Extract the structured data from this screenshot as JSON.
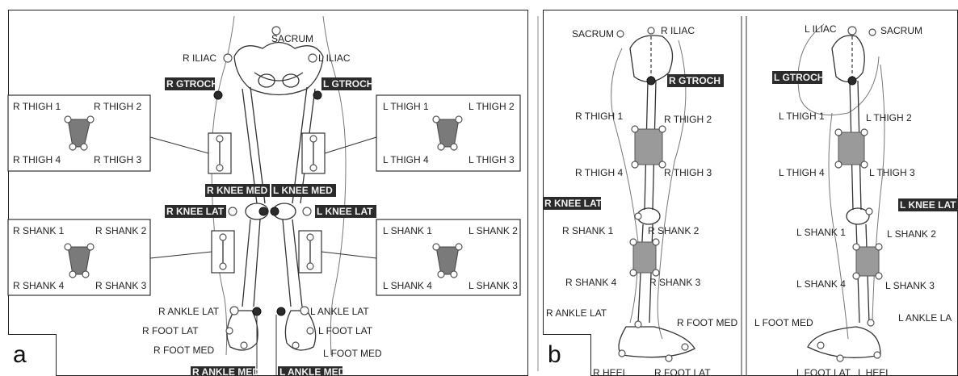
{
  "panel_a": {
    "letter": "a",
    "sacrum": "SACRUM",
    "r_iliac": "R ILIAC",
    "l_iliac": "L ILIAC",
    "r_gtroch": "R GTROCH",
    "l_gtroch": "L GTROCH",
    "r_thigh": [
      "R THIGH 1",
      "R THIGH 2",
      "R THIGH 4",
      "R THIGH 3"
    ],
    "l_thigh": [
      "L THIGH 1",
      "L THIGH 2",
      "L THIGH 4",
      "L THIGH 3"
    ],
    "r_knee_med": "R KNEE MED",
    "l_knee_med": "L KNEE MED",
    "r_knee_lat": "R KNEE LAT",
    "l_knee_lat": "L KNEE LAT",
    "r_shank": [
      "R SHANK 1",
      "R SHANK 2",
      "R SHANK 4",
      "R SHANK 3"
    ],
    "l_shank": [
      "L SHANK 1",
      "L SHANK 2",
      "L SHANK 4",
      "L SHANK 3"
    ],
    "r_ankle_lat": "R ANKLE LAT",
    "l_ankle_lat": "L ANKLE LAT",
    "r_foot_lat": "R FOOT LAT",
    "l_foot_lat": "L FOOT LAT",
    "r_foot_med": "R FOOT MED",
    "l_foot_med": "L FOOT MED",
    "r_ankle_med": "R ANKLE MED",
    "l_ankle_med": "L ANKLE MED"
  },
  "panel_b": {
    "letter": "b",
    "right_leg": {
      "sacrum": "SACRUM",
      "iliac": "R ILIAC",
      "gtroch": "R GTROCH",
      "thigh": [
        "R THIGH 1",
        "R THIGH 2",
        "R THIGH 4",
        "R THIGH 3"
      ],
      "knee_lat": "R KNEE LAT",
      "shank": [
        "R SHANK 1",
        "R SHANK 2",
        "R SHANK 4",
        "R SHANK 3"
      ],
      "ankle_lat": "R ANKLE LAT",
      "foot_med": "R FOOT MED",
      "heel": "R HEEL",
      "foot_lat": "R FOOT LAT"
    },
    "left_leg": {
      "iliac": "L ILIAC",
      "sacrum": "SACRUM",
      "gtroch": "L GTROCH",
      "thigh": [
        "L THIGH 1",
        "L THIGH 2",
        "L THIGH 4",
        "L THIGH 3"
      ],
      "knee_lat": "L KNEE LAT",
      "shank": [
        "L SHANK 1",
        "L SHANK 2",
        "L SHANK 4",
        "L SHANK 3"
      ],
      "ankle_lat": "L ANKLE LA",
      "foot_med": "L FOOT MED",
      "foot_lat": "L FOOT LAT",
      "heel": "L HEEL"
    }
  }
}
